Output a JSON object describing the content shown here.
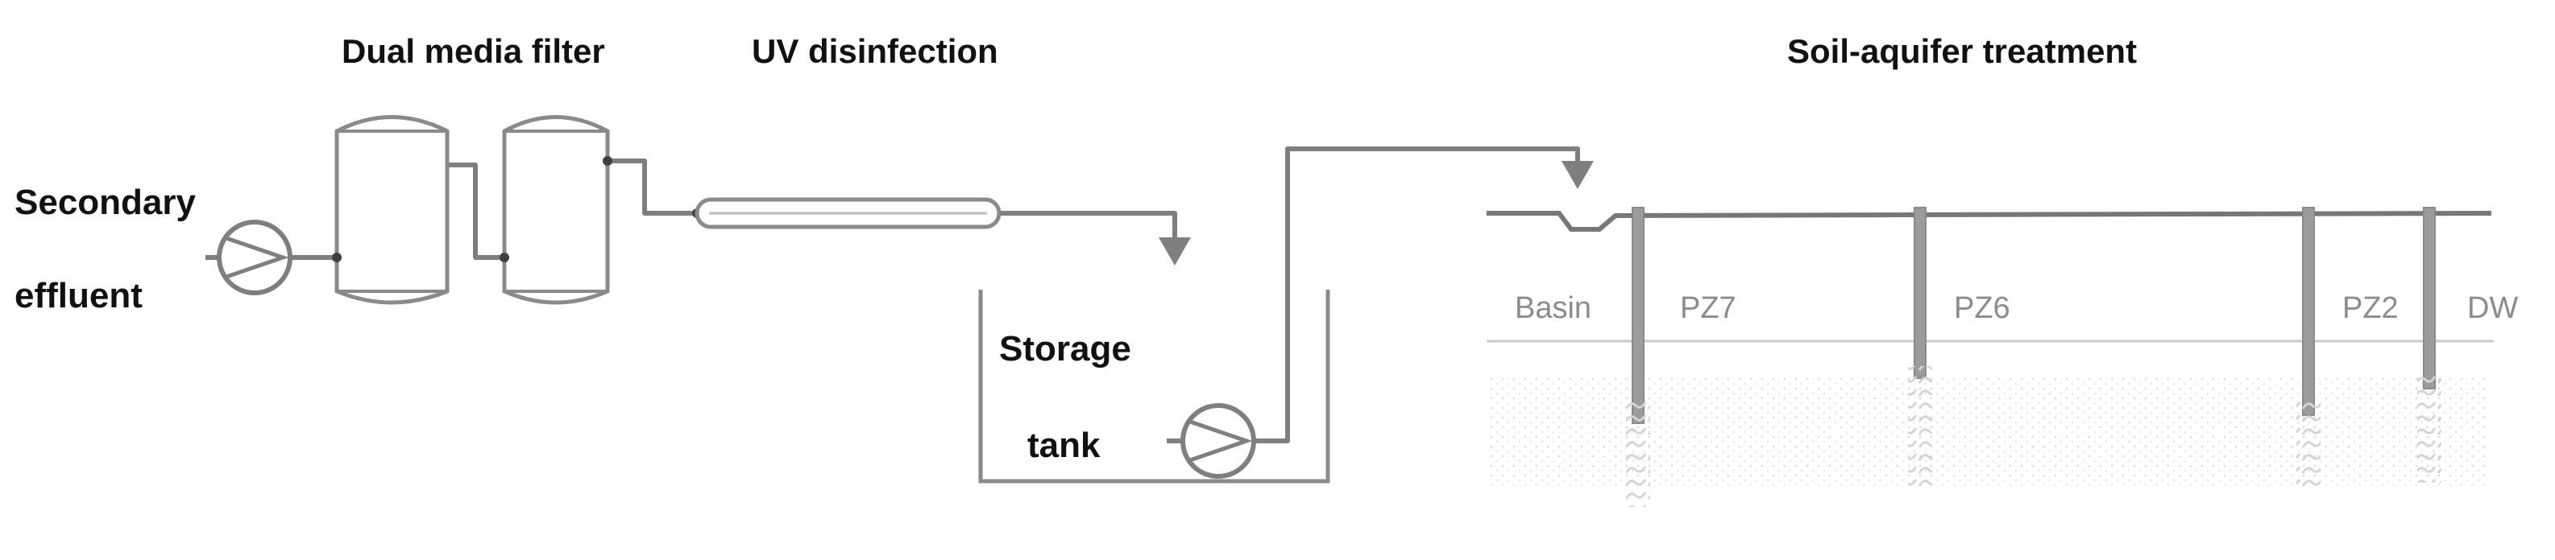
{
  "labels": {
    "secondary_line1": "Secondary",
    "secondary_line2": "effluent",
    "dual_media_filter": "Dual media filter",
    "uv_disinfection": "UV disinfection",
    "storage_line1": "Storage",
    "storage_line2": "tank",
    "soil_aquifer_treatment": "Soil-aquifer treatment"
  },
  "zones": {
    "basin": "Basin",
    "pz7": "PZ7",
    "pz6": "PZ6",
    "pz2": "PZ2",
    "dw": "DW"
  }
}
